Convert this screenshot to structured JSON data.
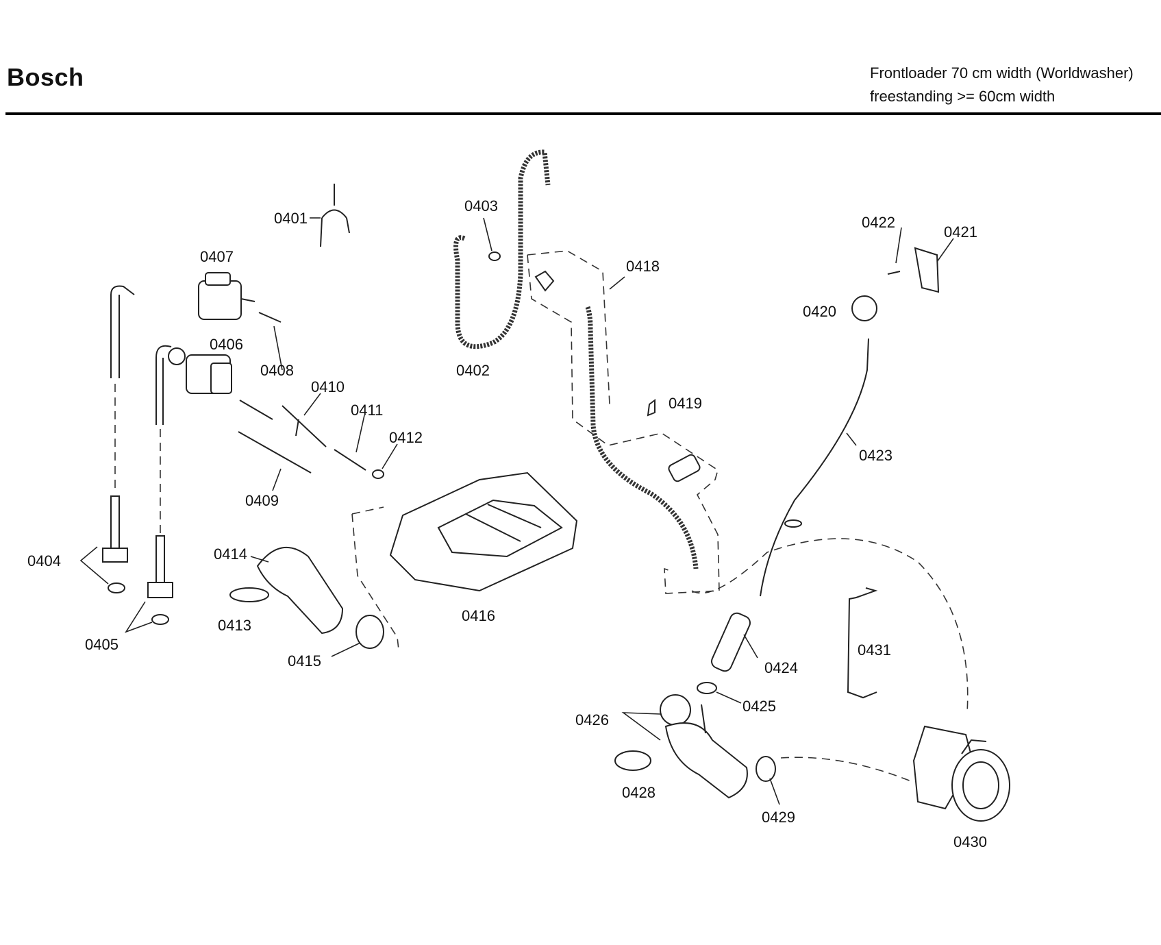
{
  "header": {
    "brand": "Bosch",
    "model_line1": "Frontloader 70 cm width (Worldwasher)",
    "model_line2": "freestanding >= 60cm width"
  },
  "callouts": [
    "0401",
    "0402",
    "0403",
    "0404",
    "0405",
    "0406",
    "0407",
    "0408",
    "0409",
    "0410",
    "0411",
    "0412",
    "0413",
    "0414",
    "0415",
    "0416",
    "0418",
    "0419",
    "0420",
    "0421",
    "0422",
    "0423",
    "0424",
    "0425",
    "0426",
    "0428",
    "0429",
    "0430",
    "0431"
  ]
}
